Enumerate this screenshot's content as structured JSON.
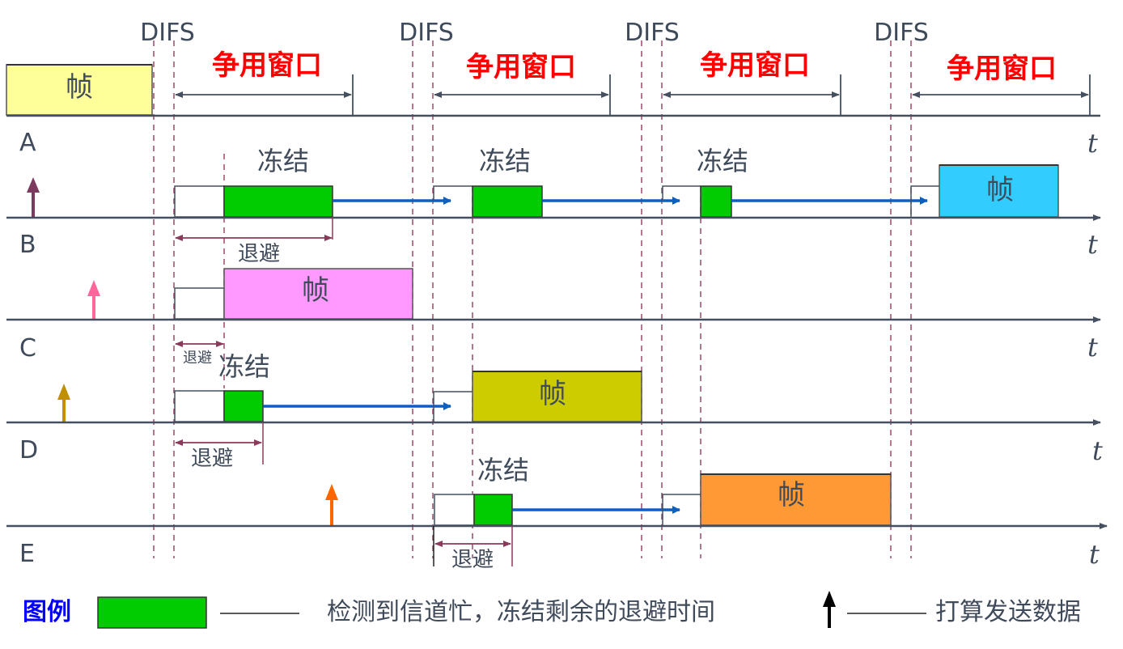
{
  "difs_label": "DIFS",
  "contention_window_label": "争用窗口",
  "freeze_label": "冻结",
  "frame_label": "帧",
  "backoff_label": "退避",
  "time_label": "t",
  "stations": [
    "A",
    "B",
    "C",
    "D",
    "E"
  ],
  "legend": {
    "title": "图例",
    "green_desc": "检测到信道忙，冻结剩余的退避时间",
    "arrow_desc": "打算发送数据"
  },
  "colors": {
    "frame_A": "#ffff99",
    "frame_B": "#33ccff",
    "frame_C": "#ff99ff",
    "frame_D": "#cccc00",
    "frame_E": "#ff9933",
    "backoff_remaining": "#00cc00",
    "arrow_B": "#7b3a5e",
    "arrow_C": "#ff6699",
    "arrow_D": "#c09000",
    "arrow_E": "#ff6600",
    "flow_arrow": "#0d5fc0",
    "cw_arrow": "#44505f",
    "dashed_line": "#9a4a6a"
  }
}
